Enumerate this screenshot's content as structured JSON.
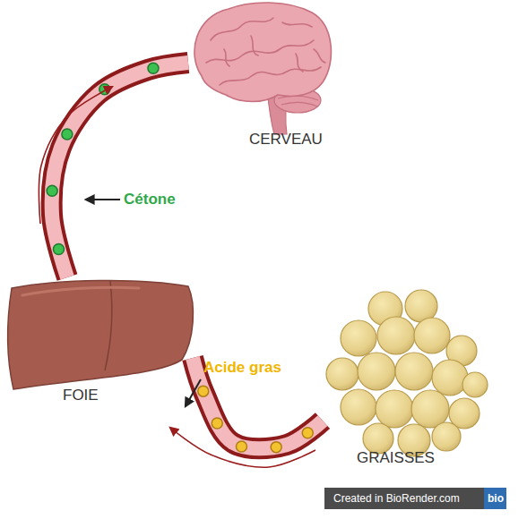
{
  "diagram": {
    "nodes": [
      {
        "text": [
          "CERVEAU"
        ]
      },
      {
        "text": [
          "FOIE"
        ]
      },
      {
        "text": [
          "GRAISSES"
        ]
      }
    ],
    "edges": [
      {
        "from": 2,
        "to": 1,
        "arrow": "to",
        "label": "Acide gras"
      },
      {
        "from": 1,
        "to": 0,
        "arrow": "to",
        "label": "Cétone"
      }
    ],
    "labels": [
      "Created in BioRender.com",
      "bio"
    ]
  }
}
